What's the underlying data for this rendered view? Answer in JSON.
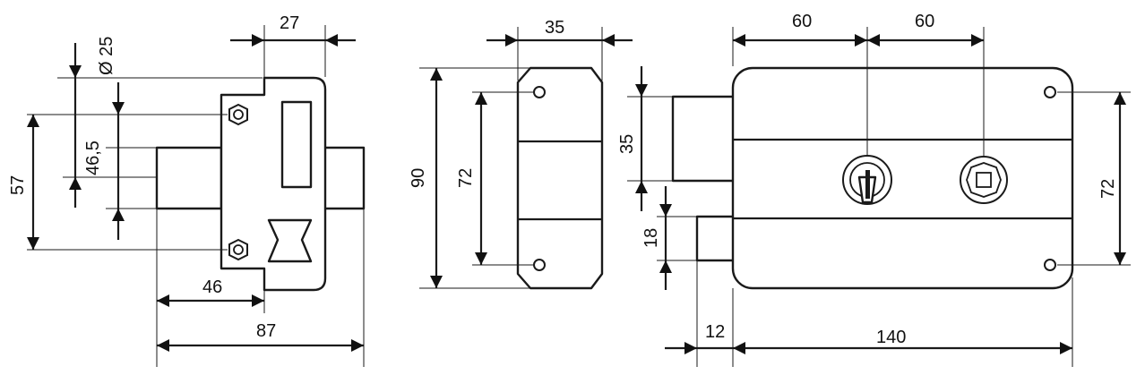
{
  "dimensions": {
    "side_view": {
      "top_width": "27",
      "diameter": "Ø 25",
      "screw_spacing": "46,5",
      "height": "57",
      "bolt_throw": "46",
      "overall_width": "87"
    },
    "end_view": {
      "width": "35",
      "height": "90",
      "screw_spacing": "72"
    },
    "front_view": {
      "left_spacing": "60",
      "right_spacing": "60",
      "bolt_height": "35",
      "latch_height": "18",
      "screw_spacing": "72",
      "latch_projection": "12",
      "body_width": "140"
    }
  }
}
